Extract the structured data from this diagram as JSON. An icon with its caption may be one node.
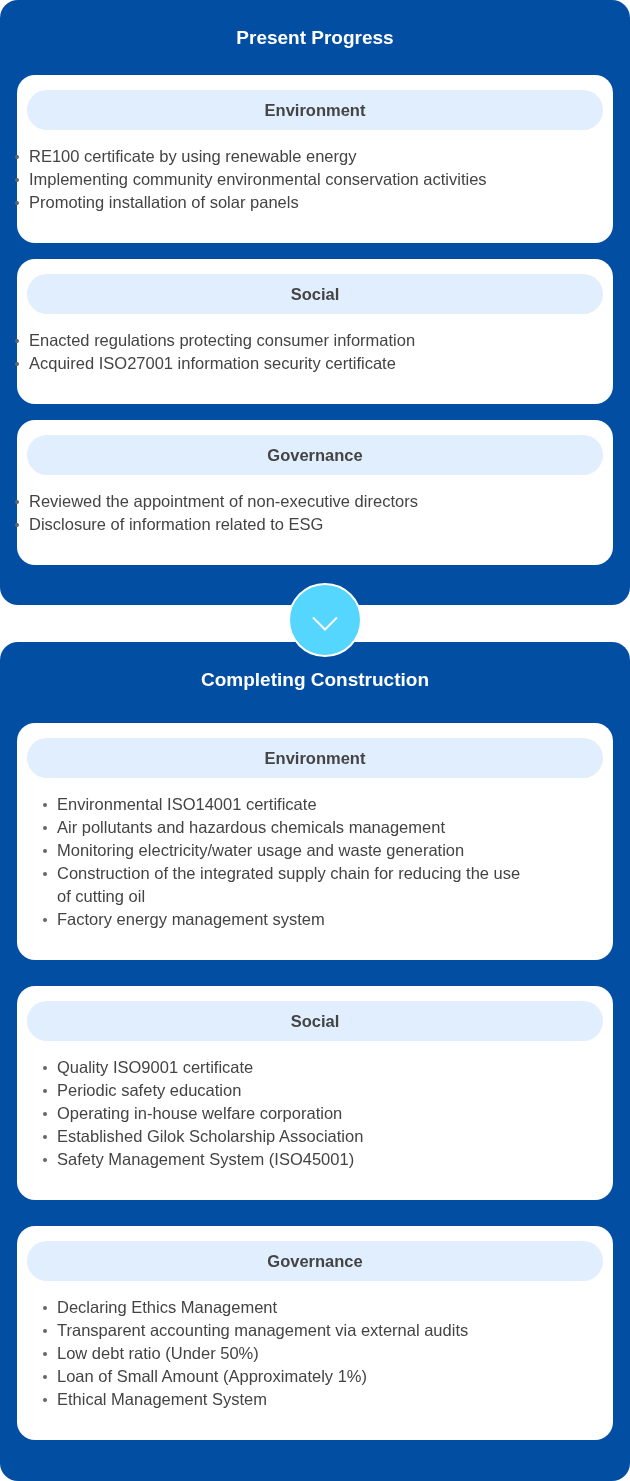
{
  "diagram": {
    "nodes": [
      {
        "text": [
          "Present Progress"
        ]
      },
      {
        "text": [
          "RE100 certificate by using renewable energy",
          "Implementing community environmental conservation activities",
          "Promoting installation of solar panels"
        ],
        "in": 0
      },
      {
        "text": [
          "Environment"
        ],
        "in": 1
      },
      {
        "text": [
          "Enacted regulations protecting consumer information",
          "Acquired ISO27001 information security certificate"
        ],
        "in": 0
      },
      {
        "text": [
          "Social"
        ],
        "in": 3
      },
      {
        "text": [
          "Reviewed the appointment of non-executive directors",
          "Disclosure of information related to ESG"
        ],
        "in": 0
      },
      {
        "text": [
          "Governance"
        ],
        "in": 5
      },
      {
        "text": [],
        "shape": "circle"
      },
      {
        "text": [
          "Completing Construction"
        ]
      },
      {
        "text": [
          "Environmental ISO14001 certificate",
          "Air pollutants and hazardous chemicals management",
          "Monitoring electricity/water usage and waste generation",
          "Construction of the integrated supply chain for reducing the use of cutting oil",
          "Factory energy management system"
        ],
        "in": 8
      },
      {
        "text": [
          "Environment"
        ],
        "in": 9
      },
      {
        "text": [
          "Quality ISO9001 certificate",
          "Periodic safety education",
          "Operating in-house welfare corporation",
          "Established Gilok Scholarship Association",
          "Safety Management System (ISO45001)"
        ],
        "in": 8
      },
      {
        "text": [
          "Social"
        ],
        "in": 11
      },
      {
        "text": [
          "Declaring Ethics Management",
          "Transparent accounting management via external audits",
          "Low debt ratio (Under 50%)",
          "Loan of Small Amount (Approximately 1%)",
          "Ethical Management System"
        ],
        "in": 8
      },
      {
        "text": [
          "Governance"
        ],
        "in": 13
      }
    ],
    "edges": [
      {
        "from": 0,
        "to": 8,
        "arrow": "to"
      }
    ]
  }
}
